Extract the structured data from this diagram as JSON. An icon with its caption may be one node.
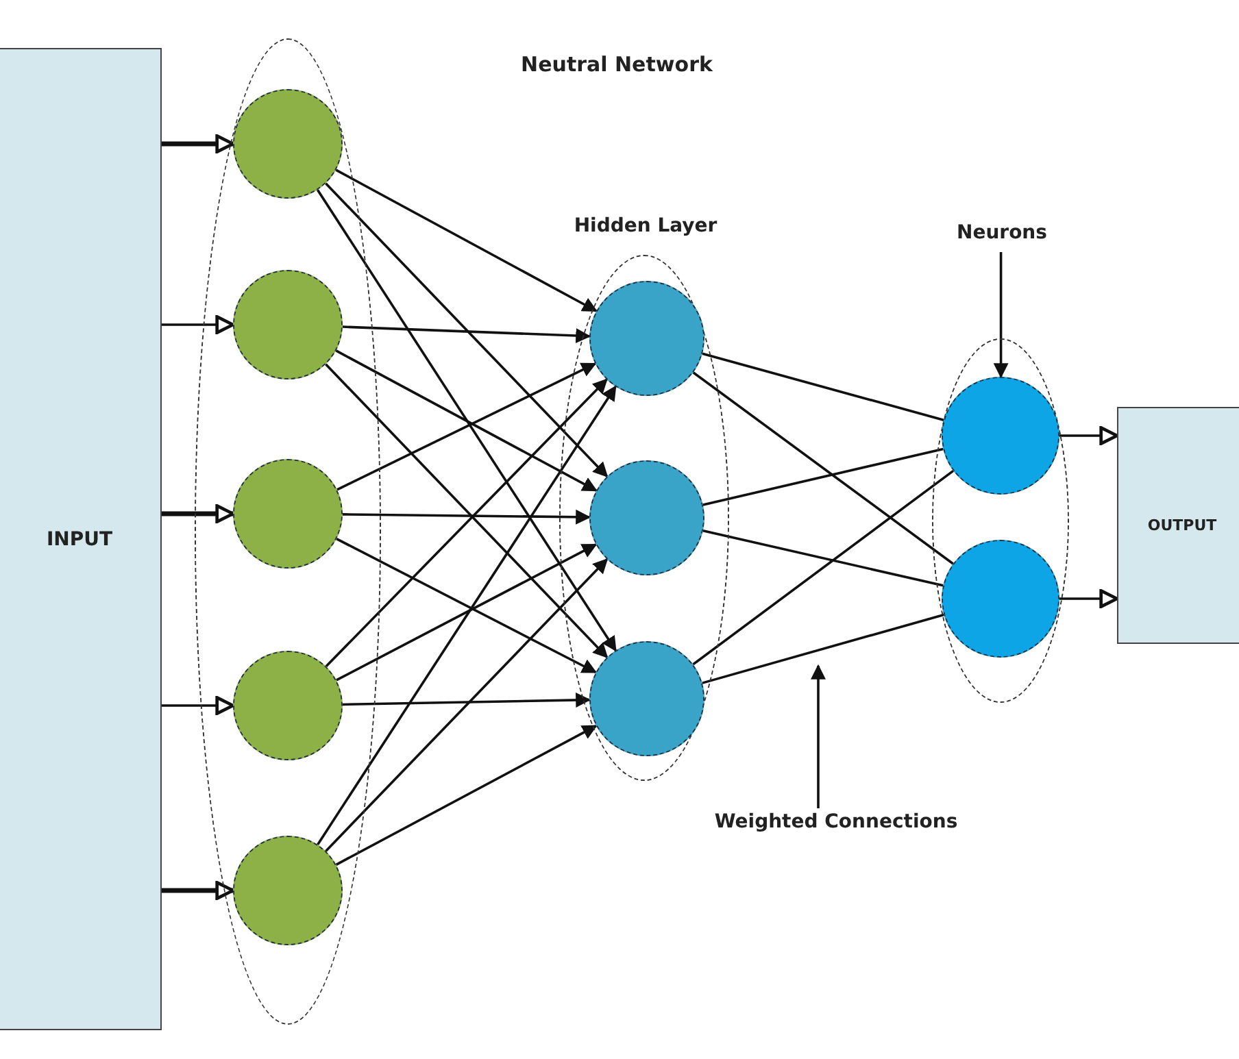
{
  "diagram": {
    "title": "Neutral Network",
    "nodes": [
      {
        "text": [
          "INPUT"
        ]
      },
      {
        "text": [],
        "shape": "ellipse"
      },
      {
        "text": [],
        "shape": "circle",
        "in": 1
      },
      {
        "text": [],
        "shape": "circle",
        "in": 1
      },
      {
        "text": [],
        "shape": "circle",
        "in": 1
      },
      {
        "text": [],
        "shape": "circle",
        "in": 1
      },
      {
        "text": [],
        "shape": "circle",
        "in": 1
      },
      {
        "text": [
          "Hidden Layer"
        ]
      },
      {
        "text": [],
        "shape": "circle",
        "in": 7
      },
      {
        "text": [],
        "shape": "circle",
        "in": 7
      },
      {
        "text": [],
        "shape": "circle",
        "in": 7
      },
      {
        "text": [],
        "shape": "ellipse"
      },
      {
        "text": [],
        "shape": "circle",
        "in": 11
      },
      {
        "text": [],
        "shape": "circle",
        "in": 11
      },
      {
        "text": [
          "OUTPUT"
        ]
      },
      {
        "text": [
          "Neurons"
        ]
      },
      {
        "text": [
          "Weighted Connections"
        ]
      }
    ],
    "edges": [
      {
        "from": 0,
        "to": 2,
        "arrow": "to",
        "style": "thick"
      },
      {
        "from": 0,
        "to": 3,
        "arrow": "to"
      },
      {
        "from": 0,
        "to": 4,
        "arrow": "to",
        "style": "thick"
      },
      {
        "from": 0,
        "to": 5,
        "arrow": "to"
      },
      {
        "from": 0,
        "to": 6,
        "arrow": "to",
        "style": "thick"
      },
      {
        "from": 2,
        "to": 8,
        "arrow": "to"
      },
      {
        "from": 2,
        "to": 9,
        "arrow": "to"
      },
      {
        "from": 2,
        "to": 10,
        "arrow": "to"
      },
      {
        "from": 3,
        "to": 8,
        "arrow": "to"
      },
      {
        "from": 3,
        "to": 9,
        "arrow": "to"
      },
      {
        "from": 3,
        "to": 10,
        "arrow": "to"
      },
      {
        "from": 4,
        "to": 8,
        "arrow": "to"
      },
      {
        "from": 4,
        "to": 9,
        "arrow": "to"
      },
      {
        "from": 4,
        "to": 10,
        "arrow": "to"
      },
      {
        "from": 5,
        "to": 8,
        "arrow": "to"
      },
      {
        "from": 5,
        "to": 9,
        "arrow": "to"
      },
      {
        "from": 5,
        "to": 10,
        "arrow": "to"
      },
      {
        "from": 6,
        "to": 8,
        "arrow": "to"
      },
      {
        "from": 6,
        "to": 9,
        "arrow": "to"
      },
      {
        "from": 6,
        "to": 10,
        "arrow": "to"
      },
      {
        "from": 8,
        "to": 12,
        "arrow": "none"
      },
      {
        "from": 8,
        "to": 13,
        "arrow": "none"
      },
      {
        "from": 9,
        "to": 12,
        "arrow": "none"
      },
      {
        "from": 9,
        "to": 13,
        "arrow": "none"
      },
      {
        "from": 10,
        "to": 12,
        "arrow": "none"
      },
      {
        "from": 10,
        "to": 13,
        "arrow": "none"
      },
      {
        "from": 12,
        "to": 14,
        "arrow": "to"
      },
      {
        "from": 13,
        "to": 14,
        "arrow": "to"
      },
      {
        "from": 15,
        "to": 12,
        "arrow": "to"
      },
      {
        "from": 16,
        "to": null,
        "arrow": "to"
      }
    ]
  }
}
